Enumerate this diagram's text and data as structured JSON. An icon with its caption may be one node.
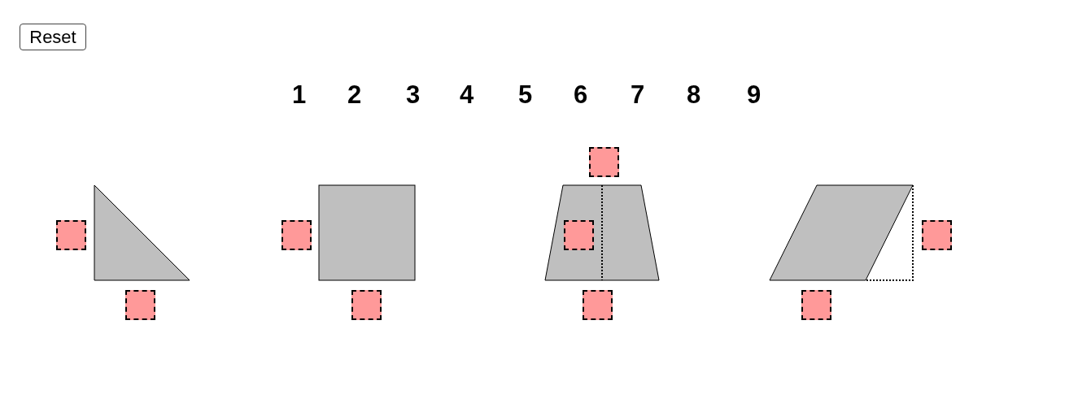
{
  "diagram": {
    "labels": [
      "Reset",
      "1",
      "2",
      "3",
      "4",
      "5",
      "6",
      "7",
      "8",
      "9"
    ]
  }
}
